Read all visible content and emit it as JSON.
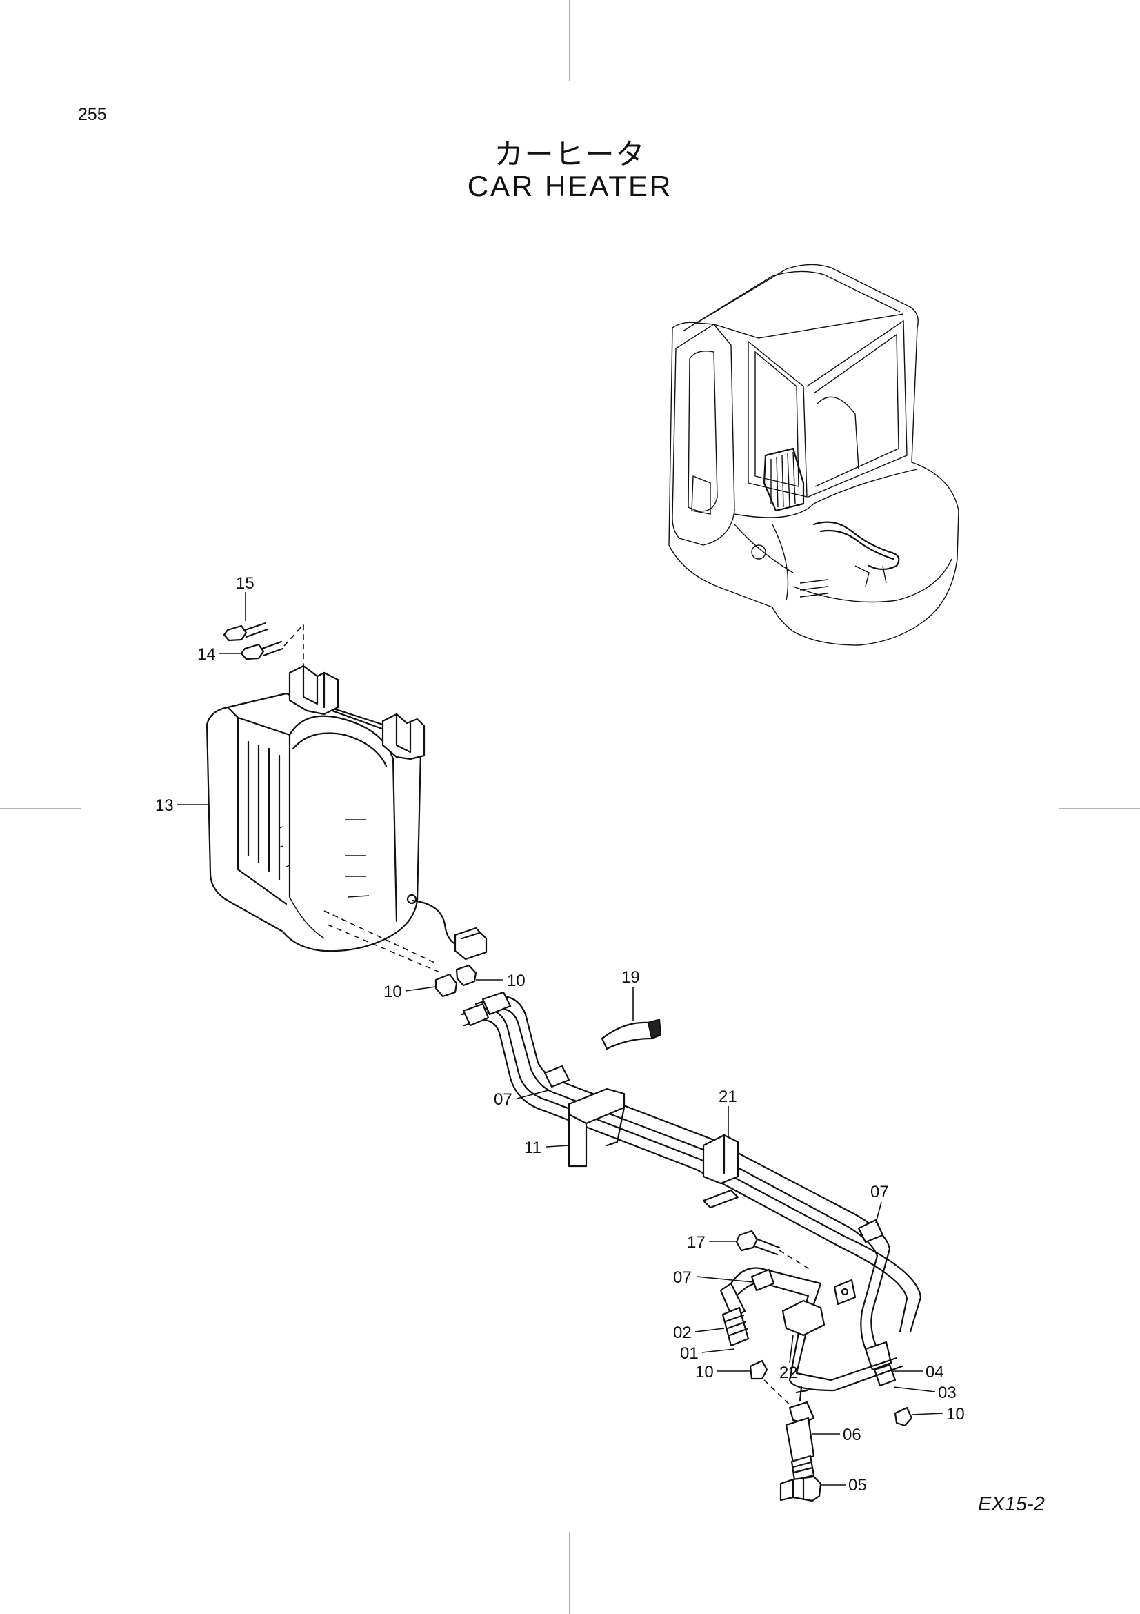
{
  "page": {
    "number": "255",
    "title_ja": "カーヒータ",
    "title_en": "CAR  HEATER",
    "model_code": "EX15-2"
  },
  "callouts": {
    "c15": "15",
    "c14": "14",
    "c13": "13",
    "c10a": "10",
    "c10b": "10",
    "c19": "19",
    "c07a": "07",
    "c11": "11",
    "c21": "21",
    "c07b": "07",
    "c17": "17",
    "c07c": "07",
    "c02": "02",
    "c01": "01",
    "c10c": "10",
    "c22": "22",
    "c04": "04",
    "c03": "03",
    "c10d": "10",
    "c06": "06",
    "c05": "05"
  }
}
